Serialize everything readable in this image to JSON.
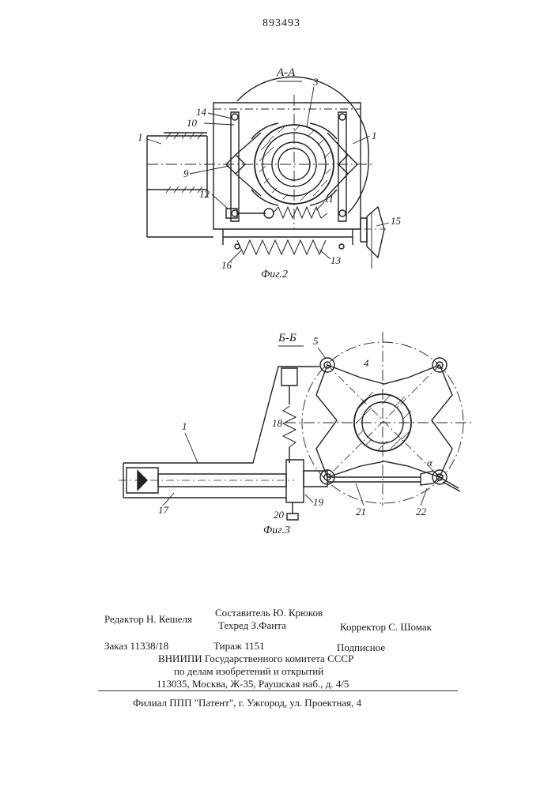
{
  "page": {
    "number": "893493"
  },
  "fig2": {
    "section_label": "А-А",
    "caption": "Фиг.2",
    "callouts": [
      "14",
      "10",
      "3",
      "1",
      "1",
      "9",
      "12",
      "11",
      "15",
      "16",
      "13"
    ]
  },
  "fig3": {
    "section_label": "Б-Б",
    "caption": "Фиг.3",
    "callouts": [
      "5",
      "4",
      "18",
      "1",
      "17",
      "19",
      "20",
      "21",
      "22",
      "α"
    ]
  },
  "colophon": {
    "editor": "Редактор Н. Кешеля",
    "compiler": "Составитель Ю. Крюков",
    "techred": "Техред З.Фанта",
    "corrector": "Корректор С. Шомак",
    "order": "Заказ 11338/18",
    "circulation": "Тираж 1151",
    "subscription": "Подписное",
    "org_line1": "ВНИИПИ Государственного комитета СССР",
    "org_line2": "по делам изобретений и открытий",
    "address": "113035, Москва, Ж-35, Раушская наб., д. 4/5",
    "branch": "Филиал ППП \"Патент\", г. Ужгород, ул. Проектная, 4"
  }
}
